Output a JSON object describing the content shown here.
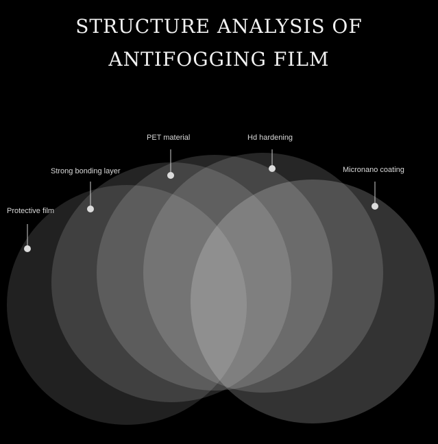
{
  "title": {
    "line1": "STRUCTURE ANALYSIS OF",
    "line2": "ANTIFOGGING FILM"
  },
  "layers": [
    {
      "name": "Protective film"
    },
    {
      "name": "Strong bonding layer"
    },
    {
      "name": "PET material"
    },
    {
      "name": "Hd hardening"
    },
    {
      "name": "Micronano coating"
    }
  ],
  "colors": {
    "background": "#000000",
    "circle_fill": "#ffffff",
    "marker": "#dcdcdc",
    "text": "#d9d9d9"
  }
}
